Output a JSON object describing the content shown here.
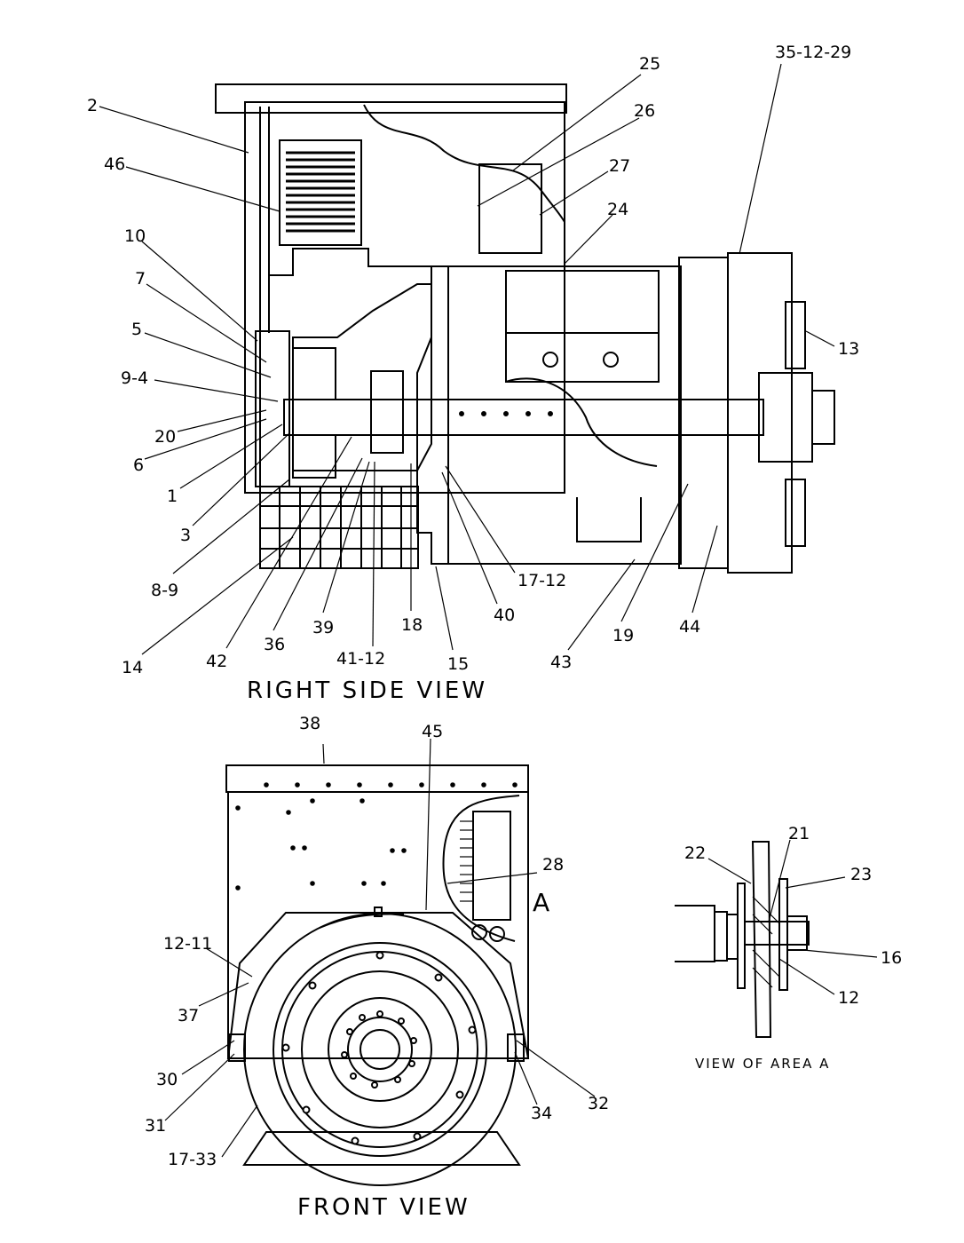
{
  "views": {
    "right_side": {
      "title": "RIGHT SIDE VIEW"
    },
    "front": {
      "title": "FRONT VIEW",
      "area_marker": "A"
    },
    "area_a": {
      "title": "VIEW OF AREA A"
    }
  },
  "callouts": {
    "c25": "25",
    "c35_12_29": "35-12-29",
    "c2": "2",
    "c26": "26",
    "c46": "46",
    "c27": "27",
    "c24": "24",
    "c10": "10",
    "c7": "7",
    "c13": "13",
    "c5": "5",
    "c9_4": "9-4",
    "c20": "20",
    "c6": "6",
    "c1": "1",
    "c3": "3",
    "c17_12": "17-12",
    "c8_9": "8-9",
    "c40": "40",
    "c18": "18",
    "c44": "44",
    "c39": "39",
    "c19": "19",
    "c36": "36",
    "c41_12": "41-12",
    "c14": "14",
    "c42": "42",
    "c15": "15",
    "c43": "43",
    "c38": "38",
    "c45": "45",
    "c21": "21",
    "c22": "22",
    "c28": "28",
    "c23": "23",
    "c12_11": "12-11",
    "c16": "16",
    "c12": "12",
    "c37": "37",
    "c30": "30",
    "c32": "32",
    "c31": "31",
    "c34": "34",
    "c17_33": "17-33"
  }
}
